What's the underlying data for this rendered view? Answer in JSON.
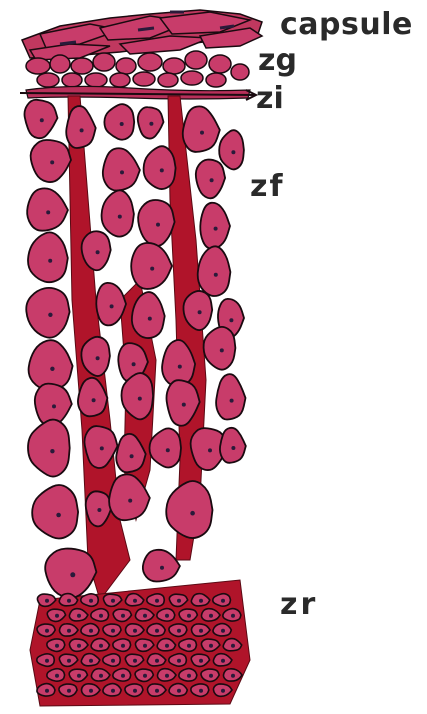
{
  "diagram": {
    "labels": {
      "capsule": "capsule",
      "zg": "zg",
      "zi": "zi",
      "zf": "zf",
      "zr": "zr"
    },
    "colors": {
      "background": "#ffffff",
      "cell_fill": "#c83c6a",
      "cell_outline": "#1a0a10",
      "vessel": "#b0142a",
      "nucleus": "#2a1a3a",
      "label_text": "#2a2a2a"
    }
  }
}
